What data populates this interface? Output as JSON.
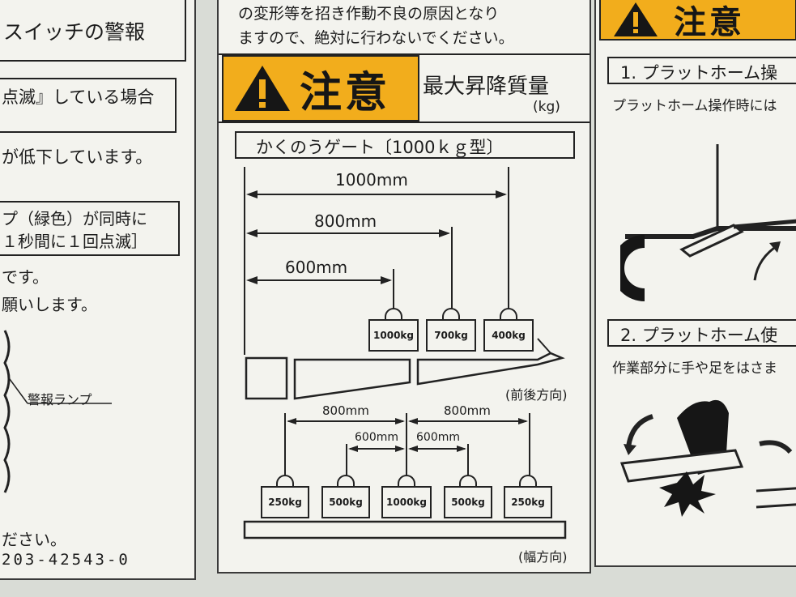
{
  "left_panel": {
    "title": "スイッチの警報",
    "line1": "点滅』している場合",
    "line2": "が低下しています。",
    "line3a": "プ（緑色）が同時に",
    "line3b": "１秒間に１回点滅］",
    "line4": "です。",
    "line5": "願いします。",
    "lamp_label": "警報ランプ",
    "line6": "ださい。",
    "part_number": "203-42543-0"
  },
  "center_panel": {
    "top_line1": "の変形等を招き作動不良の原因となり",
    "top_line2": "ますので、絶対に行わないでください。",
    "caution_word": "注意",
    "max_load_title": "最大昇降質量",
    "max_load_unit": "(kg)",
    "model_title": "かくのうゲート〔1000ｋｇ型〕",
    "fore_aft": {
      "dim_1000": "1000mm",
      "dim_800": "800mm",
      "dim_600": "600mm",
      "w_1000": "1000kg",
      "w_700": "700kg",
      "w_400": "400kg",
      "direction": "(前後方向)"
    },
    "width": {
      "dim_left_800": "800mm",
      "dim_right_800": "800mm",
      "dim_left_600": "600mm",
      "dim_right_600": "600mm",
      "weights": [
        "250kg",
        "500kg",
        "1000kg",
        "500kg",
        "250kg"
      ],
      "direction": "(幅方向)"
    }
  },
  "right_panel": {
    "caution_word": "注意",
    "section1_title": "1. プラットホーム操",
    "section1_text": "プラットホーム操作時には",
    "section2_title": "2. プラットホーム使",
    "section2_text": "作業部分に手や足をはさま"
  },
  "colors": {
    "caution_yellow": "#f2ad1c",
    "label_white": "#f3f3ee",
    "ink": "#1c1c1c"
  }
}
